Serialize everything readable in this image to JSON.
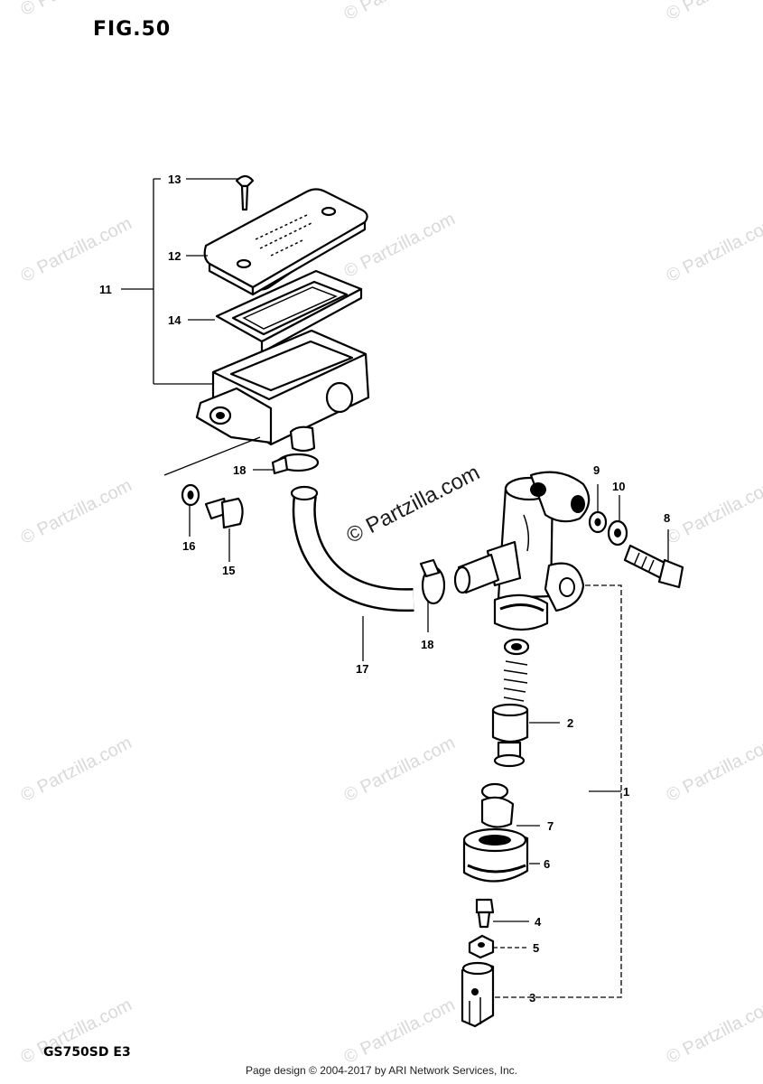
{
  "figure": {
    "title": "FIG.50",
    "model": "GS750SD E3"
  },
  "watermark": {
    "text": "© Partzilla.com"
  },
  "footer": {
    "text": "Page design © 2004-2017 by ARI Network Services, Inc."
  },
  "callouts": {
    "c1": "1",
    "c2": "2",
    "c3": "3",
    "c4": "4",
    "c5": "5",
    "c6": "6",
    "c7": "7",
    "c8": "8",
    "c9": "9",
    "c10": "10",
    "c11": "11",
    "c12": "12",
    "c13": "13",
    "c14": "14",
    "c15": "15",
    "c16": "16",
    "c17": "17",
    "c18a": "18",
    "c18b": "18"
  }
}
